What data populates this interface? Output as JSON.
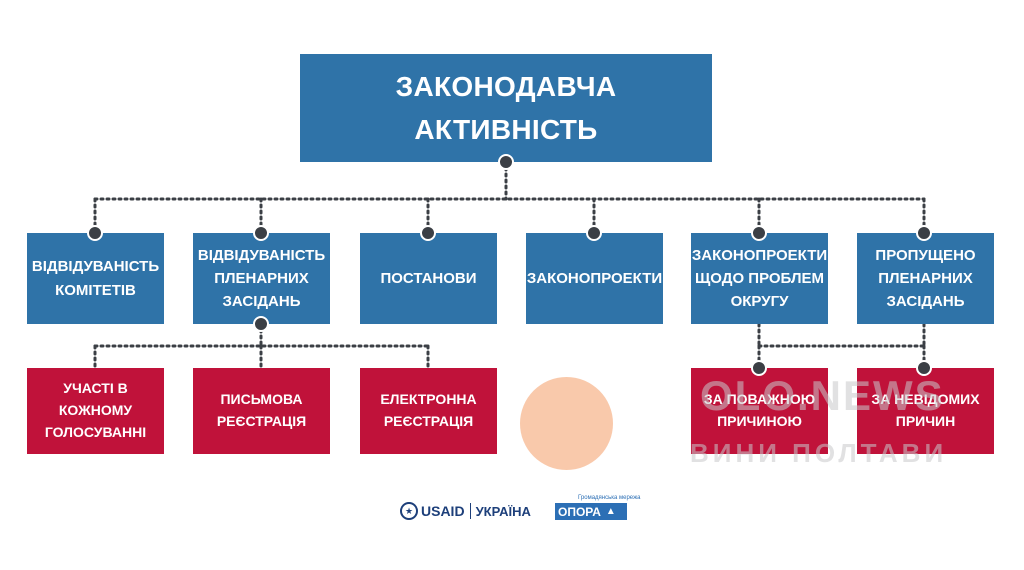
{
  "title": "ЗАКОНОДАВЧА АКТИВНІСТЬ",
  "categories": [
    "ВІДВІДУВАНІСТЬ КОМІТЕТІВ",
    "ВІДВІДУВАНІСТЬ ПЛЕНАРНИХ ЗАСІДАНЬ",
    "ПОСТАНОВИ",
    "ЗАКОНОПРОЕКТИ",
    "ЗАКОНОПРОЕКТИ ЩОДО ПРОБЛЕМ ОКРУГУ",
    "ПРОПУЩЕНО ПЛЕНАРНИХ ЗАСІДАНЬ"
  ],
  "subcategories": [
    "УЧАСТІ В КОЖНОМУ ГОЛОСУВАННІ",
    "ПИСЬМОВА РЕЄСТРАЦІЯ",
    "ЕЛЕКТРОННА РЕЄСТРАЦІЯ",
    "ЗА ПОВАЖНОЮ ПРИЧИНОЮ",
    "ЗА НЕВІДОМИХ ПРИЧИН"
  ],
  "watermark": {
    "line1": "OLO.NEWS",
    "line2": "ВИНИ ПОЛТАВИ"
  },
  "footer": {
    "usaid": "USAID",
    "ukraine": "УКРАЇНА",
    "opora": "ОПОРА",
    "opora_top": "Громадянська мережа"
  },
  "colors": {
    "blue": "#2f73a8",
    "red": "#c0123a",
    "dot": "#3b3f45",
    "circle": "#f9c9ab"
  }
}
